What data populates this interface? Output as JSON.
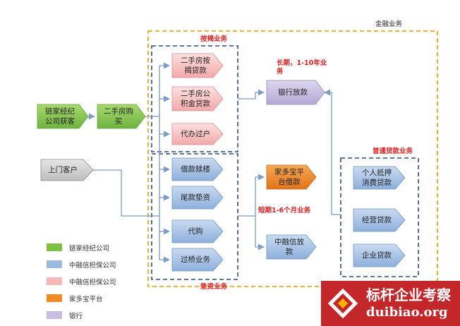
{
  "frames": {
    "finance": "金融业务",
    "mortgage": "按揭业务",
    "bridge": "垫资业务",
    "ordinary_loan": "普通贷款业务"
  },
  "nodes": {
    "lianjia": "链家经纪公司获客",
    "secondhand_buy": "二手房购买",
    "walkin": "上门客户",
    "mortgage_loan": "二手房按揭贷款",
    "provident_loan": "二手房公积金贷款",
    "transfer_agent": "代办过户",
    "borrow_floor": "借款赎楼",
    "tail_advance": "尾款垫资",
    "proxy_buy": "代购",
    "bridge_business": "过桥业务",
    "bank_lending": "银行放款",
    "jiaduobao": "家多宝平台借款",
    "zhongrong_lending": "中融信放款",
    "personal_loan": "个人抵押消费贷款",
    "business_loan": "经营贷款",
    "enterprise_loan": "企业贷款"
  },
  "annotations": {
    "long_term": "长期，1-10年业务",
    "short_term": "短期1-6个月业务"
  },
  "legend": [
    {
      "label": "链家经纪公司",
      "color": "#7dc242"
    },
    {
      "label": "中融信担保公司",
      "color": "#9cb9e0"
    },
    {
      "label": "中融信担保公司",
      "color": "#f4b8b8"
    },
    {
      "label": "家多宝平台",
      "color": "#f08a24"
    },
    {
      "label": "银行",
      "color": "#c6bde0"
    }
  ],
  "watermark": {
    "title": "标杆企业考察",
    "url": "duibiao.org"
  },
  "colors": {
    "green": "#7dc242",
    "blue": "#9cb9e0",
    "pink": "#f4b8b8",
    "orange": "#f08a24",
    "purple": "#c6bde0",
    "frame_orange": "#f2a51a",
    "frame_navy": "#2f4d7a",
    "arrow": "#7a9ccb",
    "label_red": "#e02020",
    "watermark_red": "#c4272a"
  }
}
